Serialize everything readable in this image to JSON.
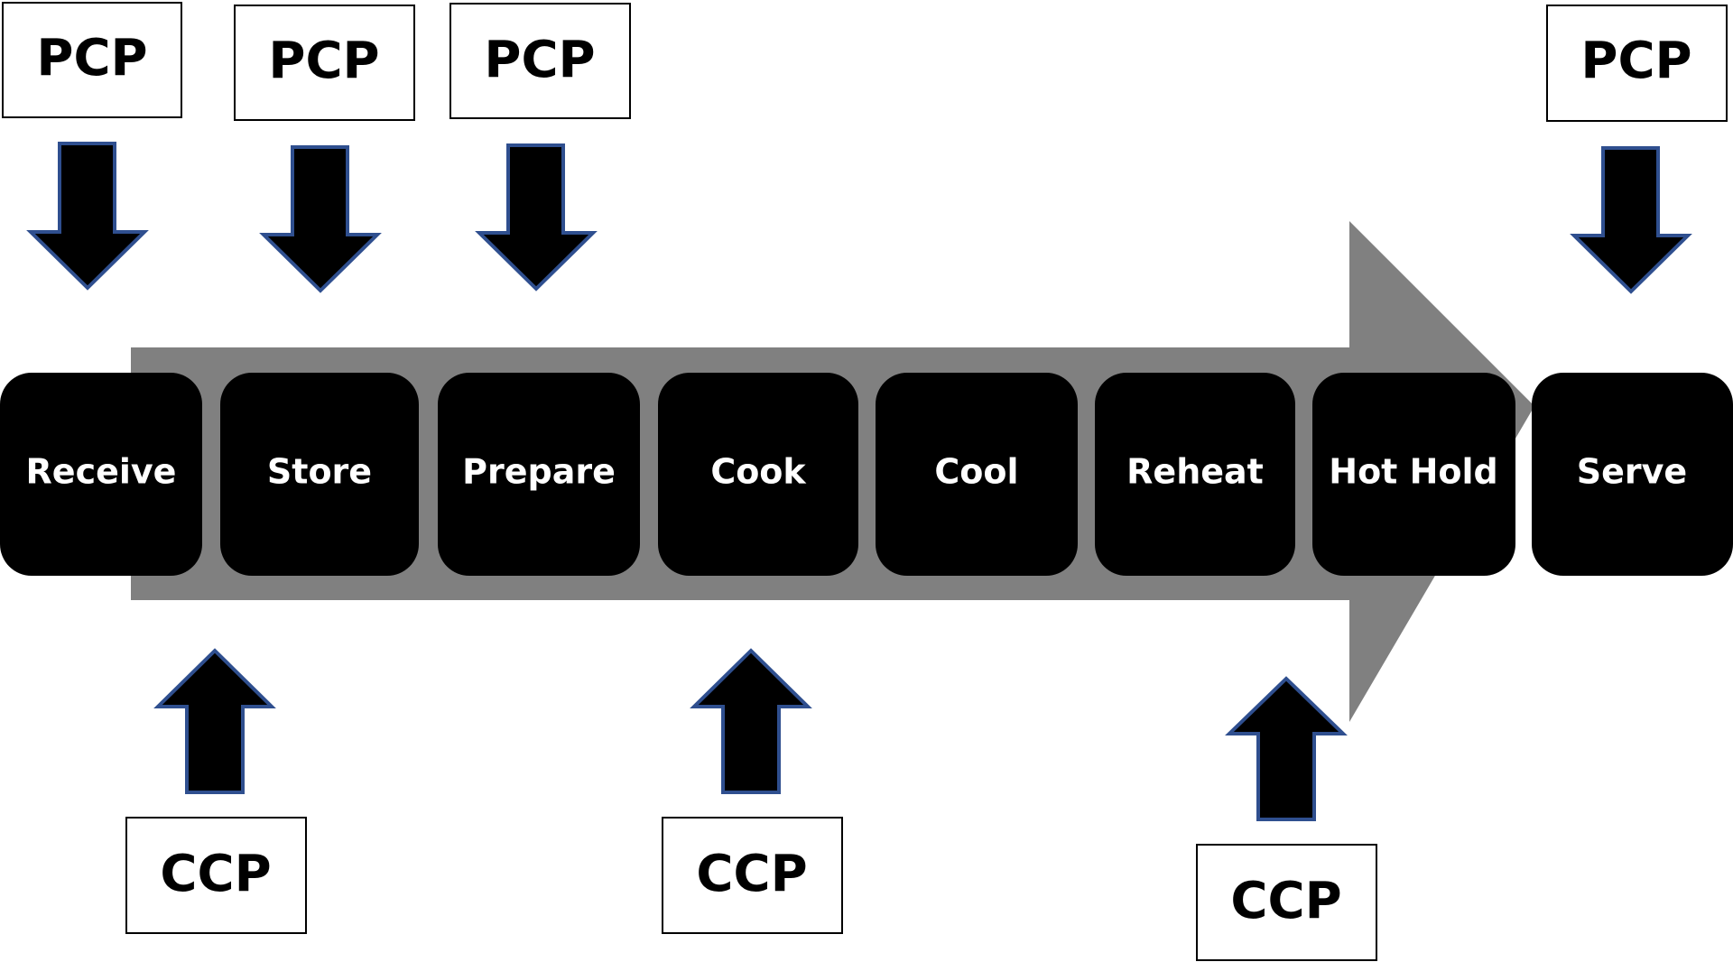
{
  "steps": [
    "Receive",
    "Store",
    "Prepare",
    "Cook",
    "Cool",
    "Reheat",
    "Hot Hold",
    "Serve"
  ],
  "top_points": [
    {
      "label": "PCP",
      "step": "Receive"
    },
    {
      "label": "PCP",
      "step": "Store"
    },
    {
      "label": "PCP",
      "step": "Prepare"
    },
    {
      "label": "PCP",
      "step": "Serve"
    }
  ],
  "bottom_points": [
    {
      "label": "CCP",
      "step": "Store"
    },
    {
      "label": "CCP",
      "step": "Cook"
    },
    {
      "label": "CCP",
      "step": "Hot Hold"
    }
  ],
  "colors": {
    "flow_arrow": "#808080",
    "step_box": "#000000",
    "step_text": "#ffffff",
    "pointer_fill": "#000000",
    "pointer_outline": "#2f4f8f",
    "label_box_border": "#000000"
  }
}
